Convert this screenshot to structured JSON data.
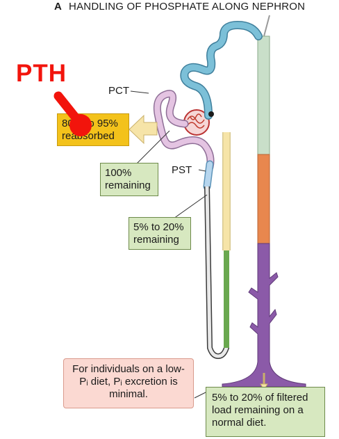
{
  "header": {
    "panel_letter": "A",
    "title": "HANDLING OF PHOSPHATE ALONG NEPHRON"
  },
  "hormone": {
    "label": "PTH",
    "color": "#f2140c"
  },
  "segments": {
    "pct": "PCT",
    "pst": "PST"
  },
  "callouts": {
    "reabsorbed": "80% to 95% reabsorbed",
    "remaining_100": "100% remaining",
    "remaining_pst": "5% to 20% remaining",
    "low_diet_note": "For individuals on a low-Pᵢ diet, Pᵢ excretion is minimal.",
    "excreted": "5% to 20% of filtered load remaining on a normal diet."
  },
  "colors": {
    "callout_green": "#d7e8c0",
    "callout_yellow": "#f3c21b",
    "callout_pink": "#fbd9d2",
    "tubule_blue": "#7cc0d8",
    "tubule_pink": "#e4c4e2",
    "tubule_yellow": "#f6e4a8",
    "collecting_duct_green": "#c9dfc9",
    "collecting_duct_orange": "#e8874e",
    "collecting_duct_purple": "#8b5aa8"
  }
}
